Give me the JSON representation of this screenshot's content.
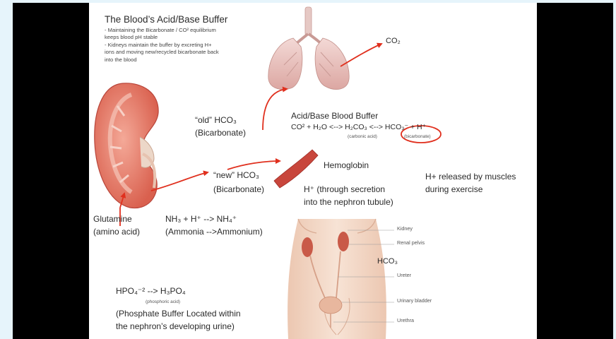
{
  "title": "The Blood’s Acid/Base Buffer",
  "intro_lines": [
    "- Maintaining the Bicarbonate / CO² equilibrium",
    "keeps blood pH stable",
    "- Kidneys maintain the buffer by excreting H+",
    "ions and moving new/recycled bicarbonate back",
    "into the blood"
  ],
  "co2_label": "CO₂",
  "old_hco3": "“old” HCO₃",
  "old_hco3_sub": "(Bicarbonate)",
  "buffer_title": "Acid/Base Blood Buffer",
  "buffer_equation": "CO² + H₂O <--> H₂CO₃ <--> HCO₃⁻ + H⁺",
  "carbonic_note": "(carbonic acid)",
  "bicarbonate_note": "(bicarbonate)",
  "hemoglobin": "Hemoglobin",
  "new_hco3": "“new” HCO₃",
  "new_hco3_sub": "(Bicarbonate)",
  "h_secretion_1": "H⁺ (through secretion",
  "h_secretion_2": "into the nephron tubule)",
  "h_muscles_1": "H+ released by muscles",
  "h_muscles_2": "during exercise",
  "glutamine_1": "Glutamine",
  "glutamine_2": "(amino acid)",
  "ammonia_eq": "NH₃ + H⁺ --> NH₄⁺",
  "ammonia_sub": "(Ammonia -->Ammonium)",
  "kidney_label": "Kidney",
  "renal_pelvis_label": "Renal pelvis",
  "hco3_body": "HCO₃",
  "ureter_label": "Ureter",
  "bladder_label": "Urinary bladder",
  "urethra_label": "Urethra",
  "phosphate_eq": "HPO₄⁻² --> H₃PO₄",
  "phosphoric_note": "(phosphoric acid)",
  "phosphate_buffer_1": "(Phosphate Buffer Located within",
  "phosphate_buffer_2": "the nephron’s developing urine)",
  "colors": {
    "arrow_red": "#e0301e",
    "page_bg": "#e6f4fb",
    "kidney": "#e07d6a",
    "muscle": "#c8463c",
    "skin": "#f1d6c2"
  }
}
